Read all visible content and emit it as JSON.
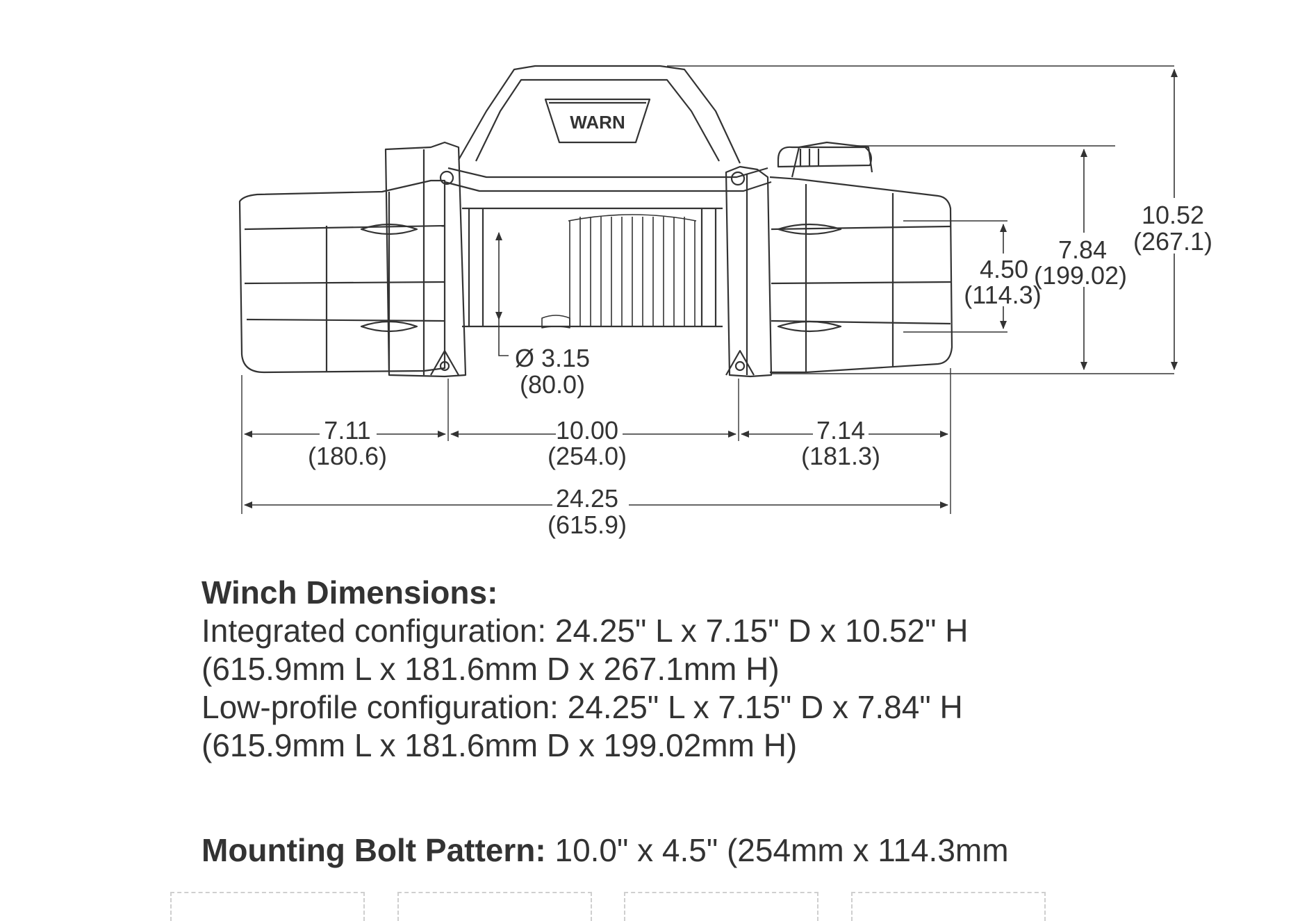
{
  "logo_text": "WARN",
  "dimensions": {
    "height_integrated": {
      "in": "10.52",
      "mm": "(267.1)"
    },
    "height_low_profile": {
      "in": "7.84",
      "mm": "(199.02)"
    },
    "bolt_depth": {
      "in": "4.50",
      "mm": "(114.3)"
    },
    "drum_diameter": {
      "in": "Ø 3.15",
      "mm": "(80.0)"
    },
    "left_section": {
      "in": "7.11",
      "mm": "(180.6)"
    },
    "center_section": {
      "in": "10.00",
      "mm": "(254.0)"
    },
    "right_section": {
      "in": "7.14",
      "mm": "(181.3)"
    },
    "overall_length": {
      "in": "24.25",
      "mm": "(615.9)"
    }
  },
  "specs": {
    "heading": "Winch Dimensions:",
    "lines": [
      "Integrated configuration: 24.25\" L x 7.15\" D x 10.52\" H",
      "(615.9mm L x 181.6mm D x 267.1mm H)",
      "Low-profile configuration: 24.25\" L x 7.15\" D x 7.84\" H",
      "(615.9mm L x 181.6mm D x 199.02mm H)"
    ]
  },
  "mounting": {
    "label": "Mounting Bolt Pattern:",
    "value": " 10.0\" x 4.5\" (254mm x 114.3mm"
  },
  "colors": {
    "line": "#333333",
    "text": "#333333",
    "dashed_box": "#cfcfcf"
  }
}
